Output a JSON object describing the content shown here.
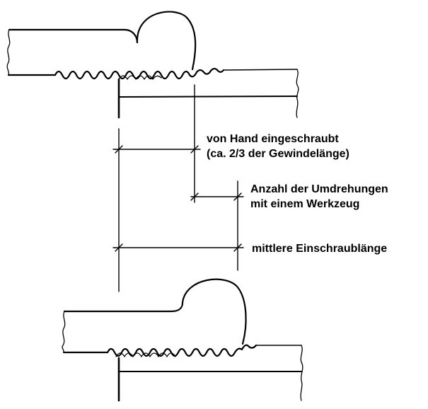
{
  "annotations": {
    "hand_tight": {
      "line1": "von Hand eingeschraubt",
      "line2": "(ca. 2/3 der Gewindelänge)"
    },
    "wrench_turns": {
      "line1": "Anzahl der Umdrehungen",
      "line2": "mit einem Werkzeug"
    },
    "engagement_length": {
      "line1": "mittlere Einschraublänge"
    }
  },
  "colors": {
    "ink": "#000000",
    "background": "#ffffff"
  }
}
